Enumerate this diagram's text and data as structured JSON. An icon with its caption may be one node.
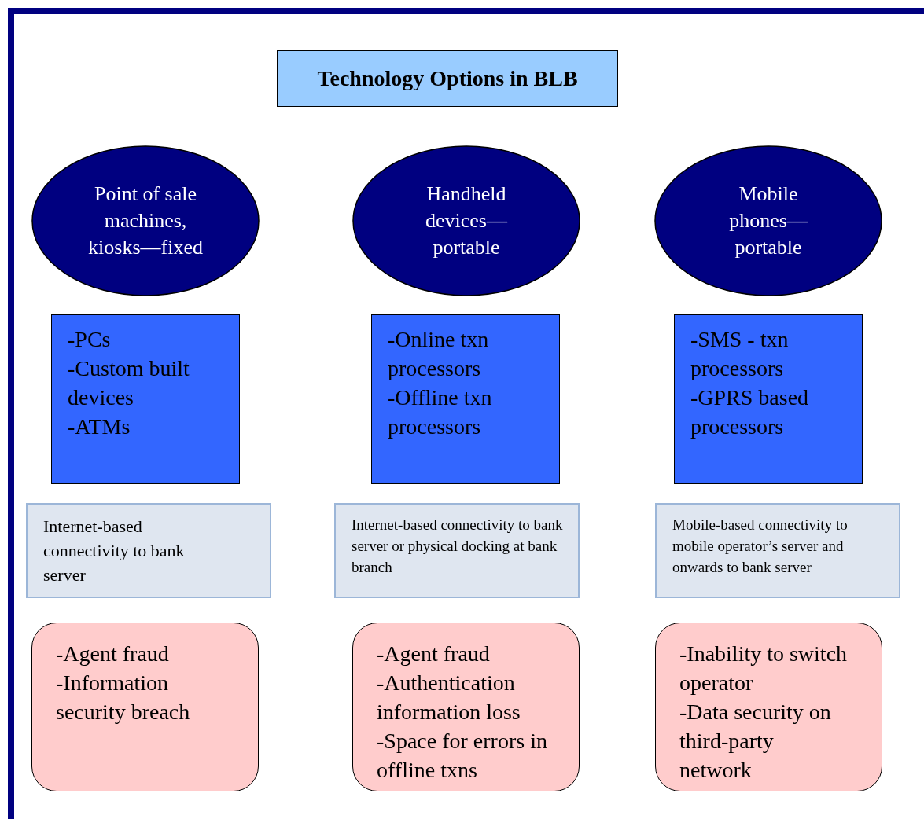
{
  "diagram": {
    "nodes": [
      {
        "text": [
          "Technology Options in BLB"
        ]
      },
      {
        "text": [
          "Point of sale machines, kiosks—fixed"
        ]
      },
      {
        "text": [
          "Handheld devices—portable"
        ]
      },
      {
        "text": [
          "Mobile phones—portable"
        ]
      },
      {
        "text": [
          "-PCs",
          "-Custom built devices",
          "-ATMs"
        ]
      },
      {
        "text": [
          "-Online txn processors",
          "-Offline txn processors"
        ]
      },
      {
        "text": [
          "-SMS - txn processors",
          "-GPRS based processors"
        ]
      },
      {
        "text": [
          "Internet-based connectivity to bank server"
        ]
      },
      {
        "text": [
          "Internet-based connectivity to bank server or physical docking at bank branch"
        ]
      },
      {
        "text": [
          "Mobile-based connectivity to mobile operator’s server and onwards to bank server"
        ]
      },
      {
        "text": [
          "-Agent fraud",
          "-Information security breach"
        ]
      },
      {
        "text": [
          "-Agent fraud",
          "-Authentication information loss",
          "-Space for errors in offline txns"
        ]
      },
      {
        "text": [
          "-Inability to switch operator",
          "-Data security on third-party network"
        ]
      }
    ]
  }
}
